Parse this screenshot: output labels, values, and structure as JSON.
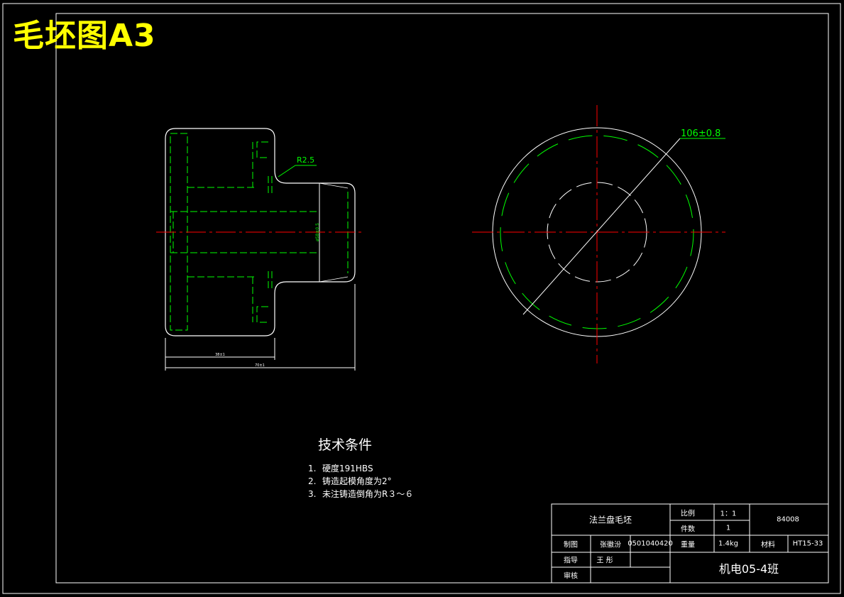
{
  "drawing_title": "毛坯图A3",
  "dimensions": {
    "fillet": "R2.5",
    "diameter": "106±0.8",
    "shaft_diameter": "ø58±0.5",
    "flange_width": "38±1",
    "total_length": "70±1"
  },
  "technical_requirements": {
    "heading": "技术条件",
    "items": [
      {
        "num": "1.",
        "text": "硬度191HBS"
      },
      {
        "num": "2.",
        "text": "铸造起模角度为2°"
      },
      {
        "num": "3.",
        "text": "未注铸造倒角为R３～６"
      }
    ]
  },
  "title_block": {
    "part_name": "法兰盘毛坯",
    "scale_label": "比例",
    "scale_value": "1：1",
    "quantity_label": "件数",
    "quantity_value": "1",
    "drawing_number": "84008",
    "drawn_label": "制图",
    "drawn_name": "张徽汾",
    "student_id": "0501040420",
    "weight_label": "重量",
    "weight_value": "1.4kg",
    "material_label": "材料",
    "material_value": "HT15-33",
    "guide_label": "指导",
    "guide_name": "王 彤",
    "review_label": "审核",
    "class_name": "机电05-4班"
  },
  "colors": {
    "outline": "#ffffff",
    "hidden_line": "#00ff00",
    "center_line": "#ff0000",
    "dimension": "#00ff00",
    "title_text": "#ffff00"
  }
}
